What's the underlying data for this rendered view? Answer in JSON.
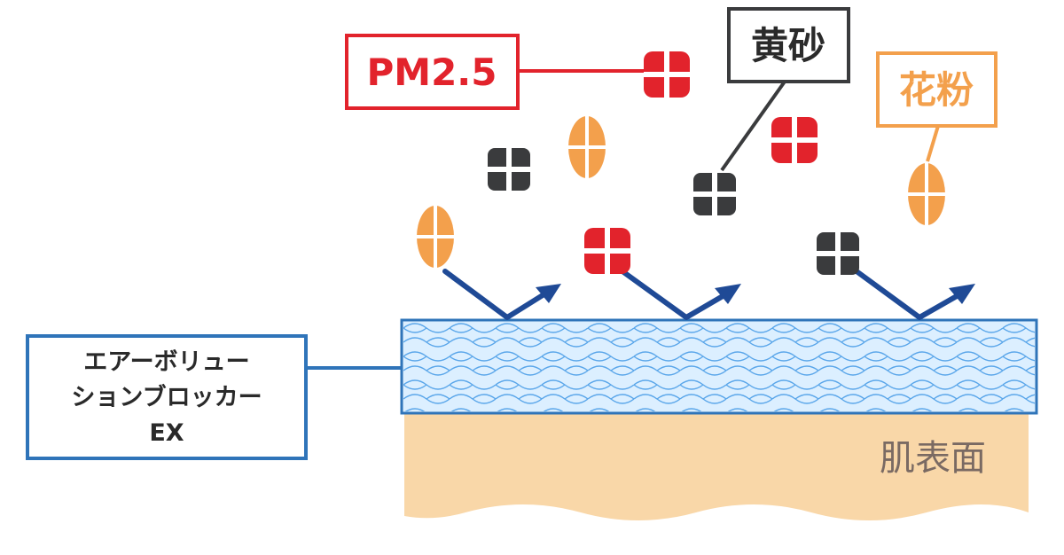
{
  "labels": {
    "pm25": "PM2.5",
    "sand": "黄砂",
    "pollen": "花粉",
    "film_line1": "エアーボリュー",
    "film_line2": "ションブロッカー",
    "film_line3": "EX",
    "skin": "肌表面"
  },
  "colors": {
    "pm25": "#e2232c",
    "sand": "#3a3b3d",
    "pollen": "#f3a04c",
    "film_border": "#2f74b9",
    "film_fill": "#dcefff",
    "arrow": "#1f4a96",
    "skin": "#f9d7a8",
    "skin_text": "#7a6a63"
  }
}
